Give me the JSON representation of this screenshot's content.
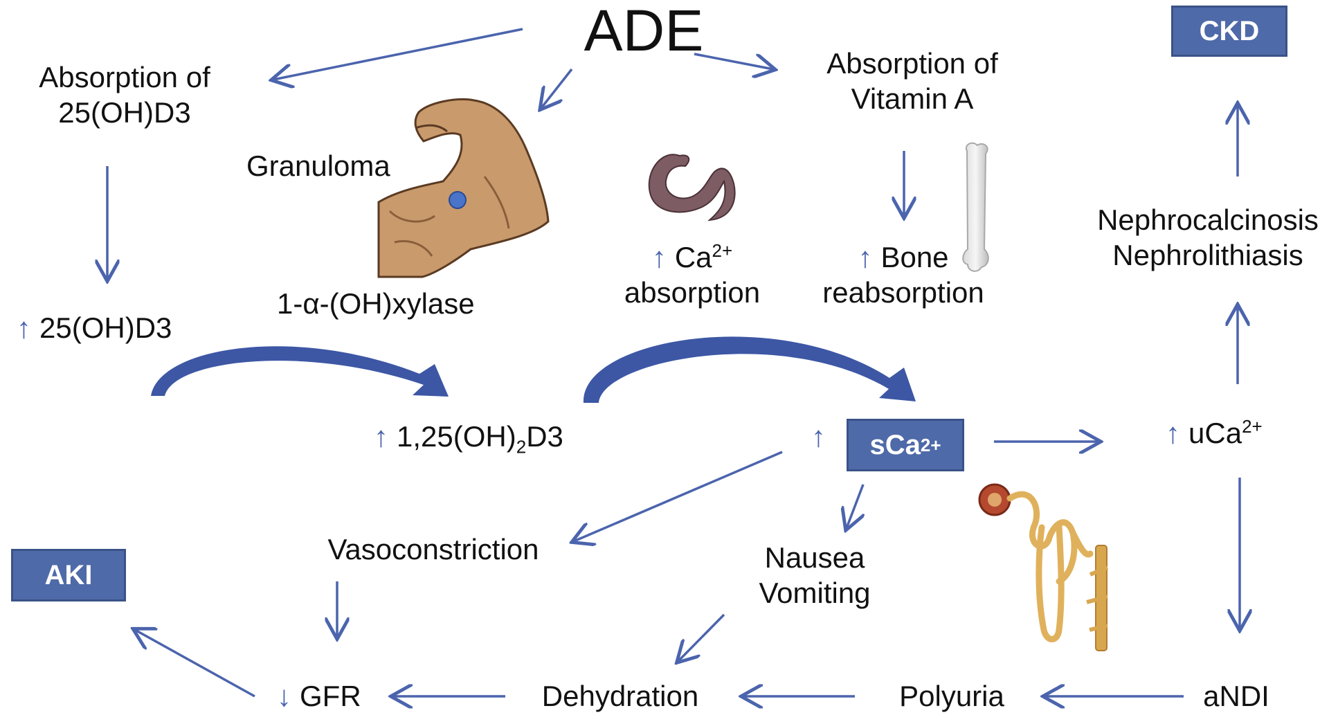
{
  "title": "ADE",
  "boxes": {
    "ckd": "CKD",
    "aki": "AKI",
    "sca": "sCa",
    "sca_sup": "2+"
  },
  "nodes": {
    "absorption_25oh": [
      "Absorption of",
      "25(OH)D3"
    ],
    "granuloma": "Granuloma",
    "absorption_vita": [
      "Absorption of",
      "Vitamin A"
    ],
    "up_25oh": "25(OH)D3",
    "hydroxylase": "1-α-(OH)xylase",
    "ca_sym": "Ca",
    "ca_sup": "2+",
    "ca_absorption": "absorption",
    "bone": "Bone",
    "bone_reabsorption": "reabsorption",
    "calcitriol_pre": "1,25(OH)",
    "calcitriol_sub": "2",
    "calcitriol_post": "D3",
    "nephro": [
      "Nephrocalcinosis",
      "Nephrolithiasis"
    ],
    "uca": "uCa",
    "uca_sup": "2+",
    "vasoconstriction": "Vasoconstriction",
    "nausea": [
      "Nausea",
      "Vomiting"
    ],
    "gfr": "GFR",
    "dehydration": "Dehydration",
    "polyuria": "Polyuria",
    "andi": "aNDI"
  },
  "symbols": {
    "up": "↑",
    "down": "↓"
  },
  "colors": {
    "arrow": "#4b64ad",
    "curve": "#3d57a5",
    "box": "#4f6aa8"
  },
  "icons": [
    "bicep-icon",
    "intestine-icon",
    "bone-icon",
    "nephron-icon"
  ]
}
